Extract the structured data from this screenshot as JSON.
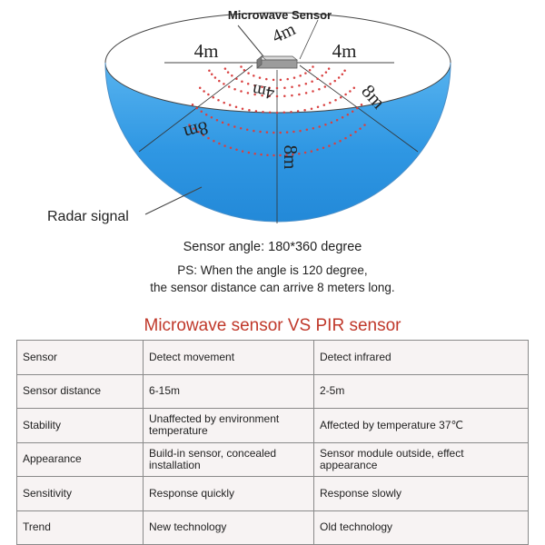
{
  "diagram": {
    "sensor_title": "Microwave Sensor",
    "radar_label": "Radar signal",
    "dist_left": "4m",
    "dist_right": "4m",
    "dist_top": "4m",
    "dist_below": "4m",
    "dist_right_8": "8m",
    "dist_left_8": "8m",
    "dist_center_8": "8m",
    "colors": {
      "dome_blue": "#2f97e3",
      "rim_fill": "#ffffff",
      "dots": "#d94040"
    }
  },
  "notes": {
    "angle": "Sensor angle: 180*360 degree",
    "ps_line1": "PS: When the angle is 120 degree,",
    "ps_line2": "the sensor distance can arrive 8 meters long."
  },
  "comparison": {
    "title": "Microwave sensor VS PIR sensor",
    "title_color": "#c0392b",
    "rows": [
      [
        "Sensor",
        "Detect movement",
        "Detect infrared"
      ],
      [
        "Sensor distance",
        "6-15m",
        "2-5m"
      ],
      [
        "Stability",
        "Unaffected by environment temperature",
        "Affected by temperature 37℃"
      ],
      [
        "Appearance",
        "Build-in sensor, concealed installation",
        "Sensor module outside, effect appearance"
      ],
      [
        "Sensitivity",
        "Response quickly",
        "Response slowly"
      ],
      [
        "Trend",
        "New technology",
        "Old technology"
      ]
    ]
  }
}
